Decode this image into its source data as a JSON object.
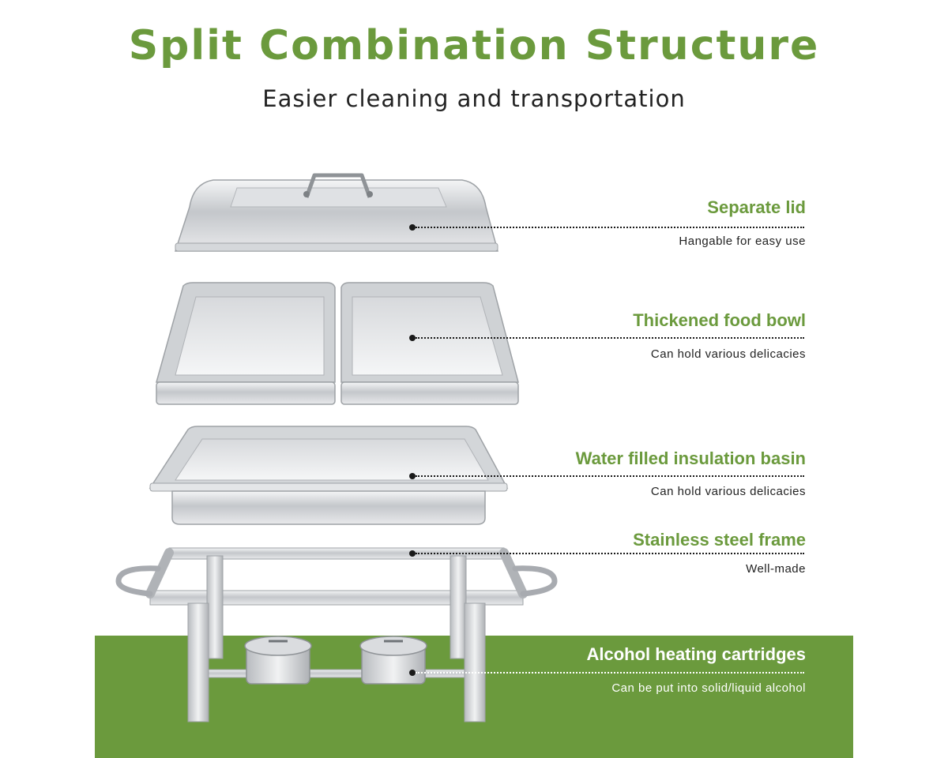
{
  "header": {
    "title": "Split Combination Structure",
    "subtitle": "Easier cleaning and transportation"
  },
  "callouts": [
    {
      "label": "Separate lid",
      "description": "Hangable for easy use"
    },
    {
      "label": "Thickened food bowl",
      "description": "Can hold various delicacies"
    },
    {
      "label": "Water filled insulation basin",
      "description": "Can hold various delicacies"
    },
    {
      "label": "Stainless steel frame",
      "description": "Well-made"
    },
    {
      "label": "Alcohol heating cartridges",
      "description": "Can be put into solid/liquid alcohol"
    }
  ],
  "colors": {
    "accent_green": "#6b9a3d",
    "steel": "#c9ccd0",
    "text": "#222222"
  }
}
